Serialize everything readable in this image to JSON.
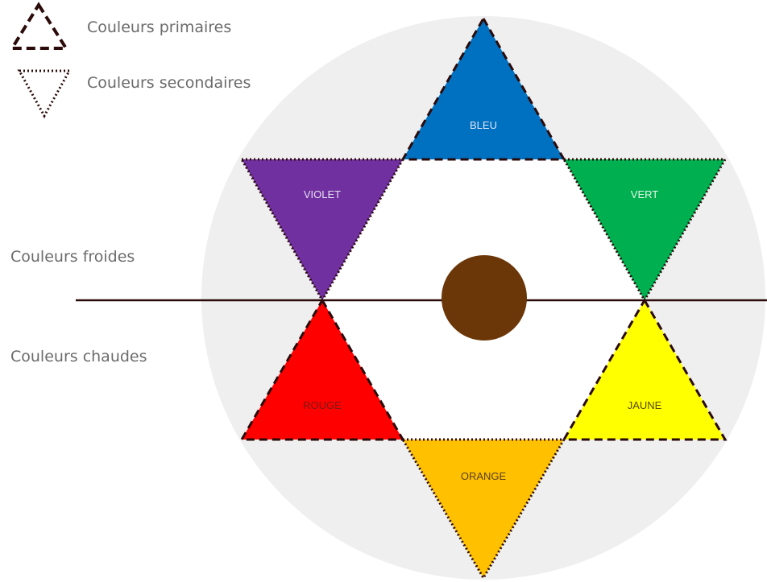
{
  "legend": {
    "primary_label": "Couleurs primaires",
    "secondary_label": "Couleurs secondaires"
  },
  "zones": {
    "cold_label": "Couleurs froides",
    "warm_label": "Couleurs chaudes"
  },
  "primaries": [
    {
      "key": "bleu",
      "label": "BLEU",
      "fill": "#0070C0",
      "text_color": "#DDE6F5"
    },
    {
      "key": "jaune",
      "label": "JAUNE",
      "fill": "#FFFF00",
      "text_color": "#5A4A00"
    },
    {
      "key": "rouge",
      "label": "ROUGE",
      "fill": "#FF0000",
      "text_color": "#7A1A1A"
    }
  ],
  "secondaries": [
    {
      "key": "violet",
      "label": "VIOLET",
      "fill": "#7030A0",
      "text_color": "#E6DDF0"
    },
    {
      "key": "vert",
      "label": "VERT",
      "fill": "#00B050",
      "text_color": "#E6F5EA"
    },
    {
      "key": "orange",
      "label": "ORANGE",
      "fill": "#FFC000",
      "text_color": "#5A4020"
    }
  ],
  "colors": {
    "background_circle": "#EFEFEF",
    "outline": "#2B0A0A",
    "center_dot": "#6B3608",
    "divider": "#2B0A0A"
  }
}
